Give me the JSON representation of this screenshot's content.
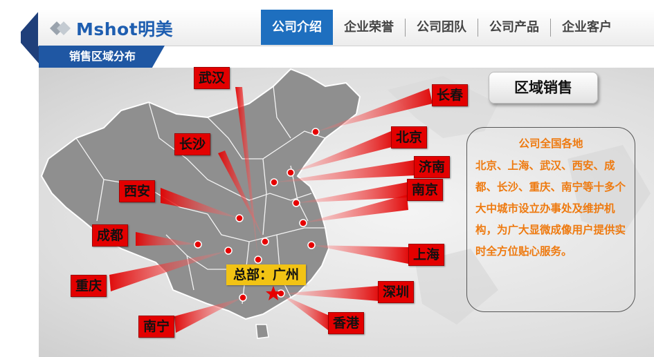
{
  "header": {
    "logo_text": "Mshot明美",
    "nav": [
      {
        "label": "公司介绍",
        "active": true
      },
      {
        "label": "企业荣誉",
        "active": false
      },
      {
        "label": "公司团队",
        "active": false
      },
      {
        "label": "公司产品",
        "active": false
      },
      {
        "label": "企业客户",
        "active": false
      }
    ]
  },
  "section_ribbon": "销售区域分布",
  "region_button": "区域销售",
  "headquarters": "总部：广州",
  "cities": {
    "wuhan": "武汉",
    "changchun": "长春",
    "changsha": "长沙",
    "beijing": "北京",
    "jinan": "济南",
    "xian": "西安",
    "nanjing": "南京",
    "chengdu": "成都",
    "shanghai": "上海",
    "chongqing": "重庆",
    "shenzhen": "深圳",
    "nanning": "南宁",
    "hongkong": "香港"
  },
  "info": {
    "title": "公司全国各地",
    "body": "北京、上海、武汉、西安、成都、长沙、重庆、南宁等十多个大中城市设立办事处及维护机构，为广大显微成像用户提供实时全方位贴心服务。"
  },
  "colors": {
    "accent_blue": "#1e6fbf",
    "label_red": "#e30000",
    "hq_yellow": "#f2c314",
    "info_orange": "#ee7a10"
  }
}
